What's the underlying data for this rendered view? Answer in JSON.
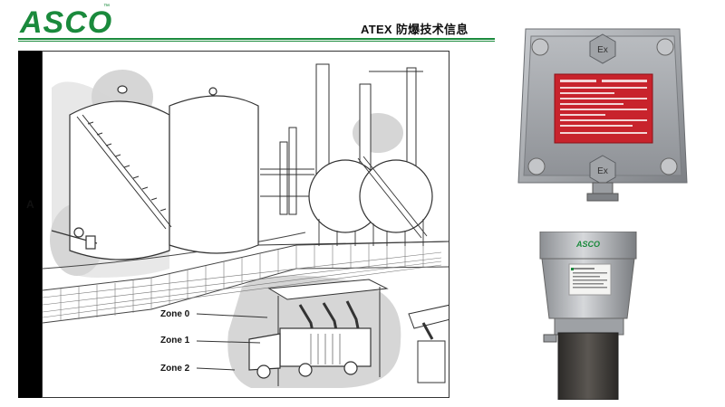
{
  "header": {
    "brand": "ASCO",
    "title": "ATEX 防爆技术信息"
  },
  "side_tab": {
    "letter": "A"
  },
  "illustration": {
    "zones": [
      {
        "label": "Zone 0"
      },
      {
        "label": "Zone 1"
      },
      {
        "label": "Zone 2"
      }
    ]
  },
  "colors": {
    "brand_green": "#1a8a3c",
    "enclosure_grey": "#a9acb0",
    "nameplate_red": "#c8232c",
    "zone_shade": "#d4d4d4"
  },
  "photos": {
    "enclosure_badges": [
      "Ex",
      "Ex"
    ],
    "coil_brand": "ASCO"
  }
}
